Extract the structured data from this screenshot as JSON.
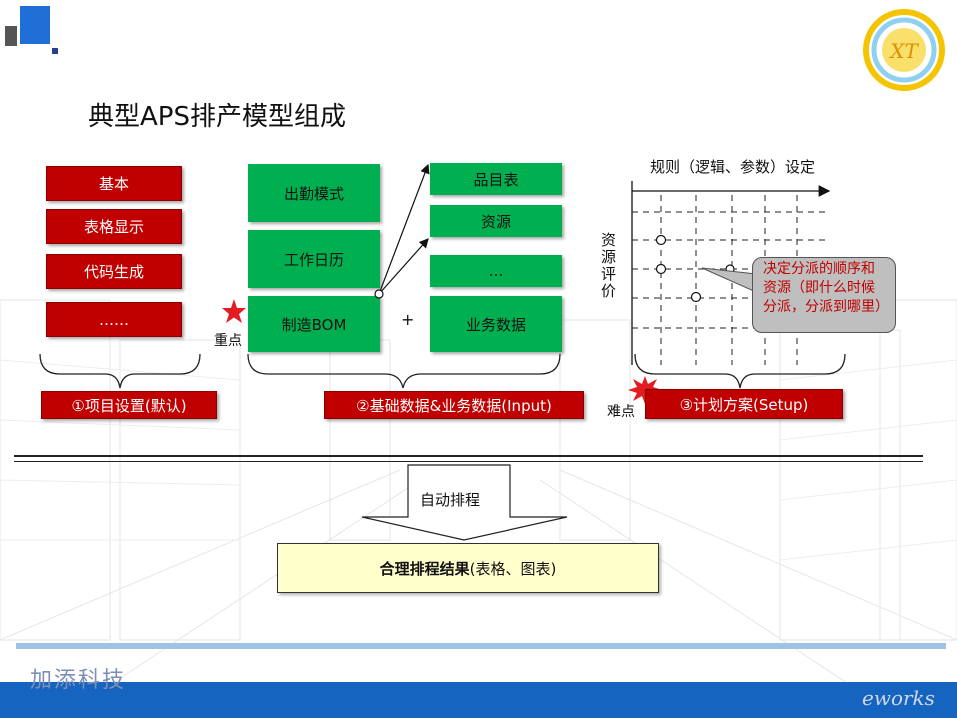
{
  "title": "典型APS排产模型组成",
  "section1": {
    "items": [
      "基本",
      "表格显示",
      "代码生成",
      "……"
    ],
    "caption": "①项目设置(默认)"
  },
  "section2": {
    "left_items": [
      "出勤模式",
      "工作日历",
      "制造BOM"
    ],
    "right_items": [
      "品目表",
      "资源",
      "…",
      "业务数据"
    ],
    "plus": "+",
    "key_point": "重点",
    "caption": "②基础数据&业务数据(Input)"
  },
  "section3": {
    "axis_x_label": "规则（逻辑、参数）设定",
    "axis_y_label": "资源评价",
    "bubble_text": "决定分派的顺序和资源（即什么时候分派，分派到哪里）",
    "difficulty": "难点",
    "caption": "③计划方案(Setup)"
  },
  "process": {
    "arrow_label": "自动排程",
    "result_bold": "合理排程结果",
    "result_rest": "(表格、图表)"
  },
  "footer": {
    "company": "加添科技",
    "brand": "eworks"
  },
  "colors": {
    "red_box": "#c00000",
    "green_box": "#00b050",
    "result_fill": "#ffffcc",
    "footer_blue": "#1565c0",
    "bubble_text": "#c00000"
  }
}
